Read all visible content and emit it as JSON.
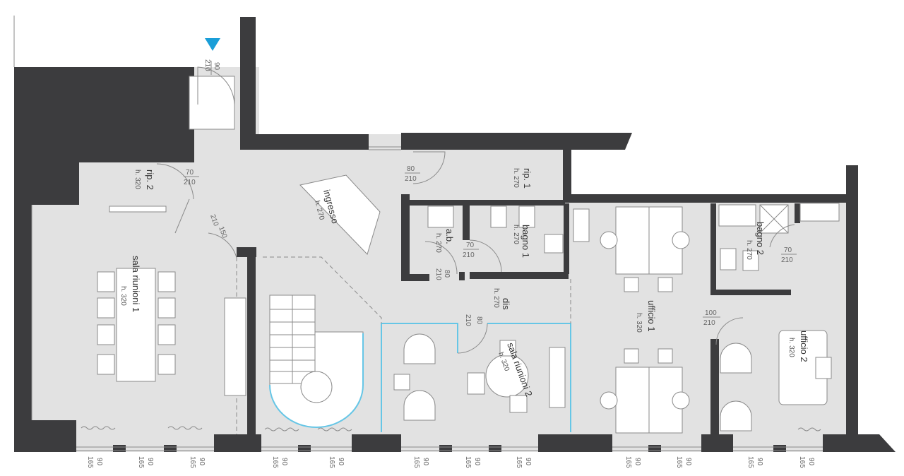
{
  "rooms": {
    "rip2": {
      "name": "rip. 2",
      "height": "h. 320"
    },
    "ingresso": {
      "name": "ingresso",
      "height": "h. 270"
    },
    "rip1": {
      "name": "rip. 1",
      "height": "h. 270"
    },
    "ab": {
      "name": "a.b.",
      "height": "h. 270"
    },
    "bagno1": {
      "name": "bagno 1",
      "height": "h. 270"
    },
    "bagno2": {
      "name": "bagno 2",
      "height": "h. 270"
    },
    "sala1": {
      "name": "sala riunioni 1",
      "height": "h. 320"
    },
    "sala2": {
      "name": "sala riunioni 2",
      "height": "h. 320"
    },
    "dis": {
      "name": "dis",
      "height": "h. 270"
    },
    "ufficio1": {
      "name": "ufficio 1",
      "height": "h. 320"
    },
    "ufficio2": {
      "name": "ufficio 2",
      "height": "h. 320"
    }
  },
  "doors": {
    "entrance": {
      "w": "90",
      "h": "210"
    },
    "rip2": {
      "w": "70",
      "h": "210"
    },
    "sala1": {
      "w": "150",
      "h": "210"
    },
    "rip1": {
      "w": "80",
      "h": "210"
    },
    "ab": {
      "w": "80",
      "h": "210"
    },
    "bagno1": {
      "w": "70",
      "h": "210"
    },
    "sala2": {
      "w": "80",
      "h": "210"
    },
    "ufficio2": {
      "w": "100",
      "h": "210"
    },
    "bagno2": {
      "w": "70",
      "h": "210"
    }
  },
  "windows": {
    "w": "90",
    "h": "165"
  },
  "colors": {
    "wall": "#3c3c3e",
    "floor": "#e2e2e2",
    "glass": "#66c6e6",
    "entry_marker": "#1a9ed8"
  }
}
